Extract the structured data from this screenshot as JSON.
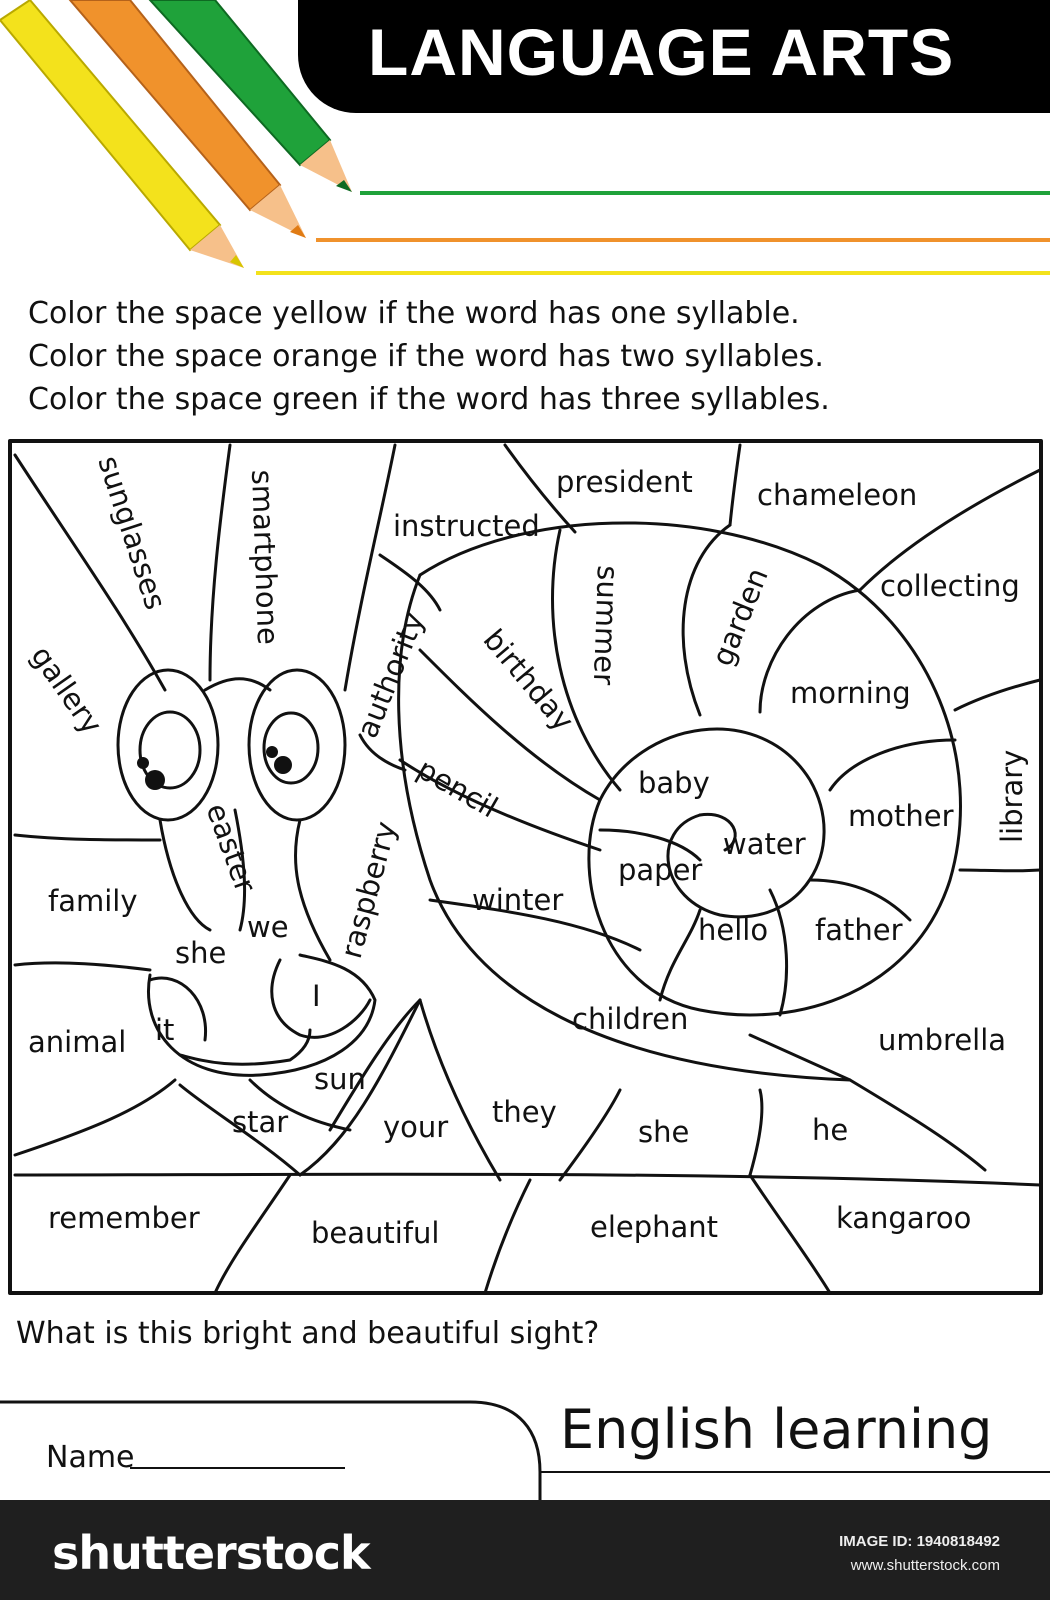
{
  "header": {
    "title": "LANGUAGE ARTS",
    "pencil_colors": {
      "yellow": "#f3e21c",
      "orange": "#f0922c",
      "green": "#1fa23a",
      "wood": "#f6c08a"
    }
  },
  "instructions": [
    "Color the space yellow if the word has one syllable.",
    "Color the space orange if the word has two syllables.",
    "Color the space green if the word has three syllables."
  ],
  "words": {
    "sunglasses": "sunglasses",
    "smartphone": "smartphone",
    "instructed": "instructed",
    "president": "president",
    "chameleon": "chameleon",
    "collecting": "collecting",
    "gallery": "gallery",
    "authority": "authority",
    "birthday": "birthday",
    "summer": "summer",
    "garden": "garden",
    "morning": "morning",
    "library": "library",
    "easter": "easter",
    "pencil": "pencil",
    "baby": "baby",
    "water": "water",
    "mother": "mother",
    "raspberry": "raspberry",
    "paper": "paper",
    "family": "family",
    "winter": "winter",
    "hello": "hello",
    "father": "father",
    "she_left": "she",
    "we": "we",
    "i": "I",
    "it": "it",
    "animal": "animal",
    "children": "children",
    "umbrella": "umbrella",
    "sun": "sun",
    "star": "star",
    "your": "your",
    "they": "they",
    "she_bottom": "she",
    "he": "he",
    "remember": "remember",
    "beautiful": "beautiful",
    "elephant": "elephant",
    "kangaroo": "kangaroo"
  },
  "question": "What is this bright and beautiful sight?",
  "name_label": "Name",
  "brand_title": "English learning",
  "footer": {
    "logo": "shutterstock",
    "image_id": "IMAGE ID: 1940818492",
    "url": "www.shutterstock.com"
  }
}
